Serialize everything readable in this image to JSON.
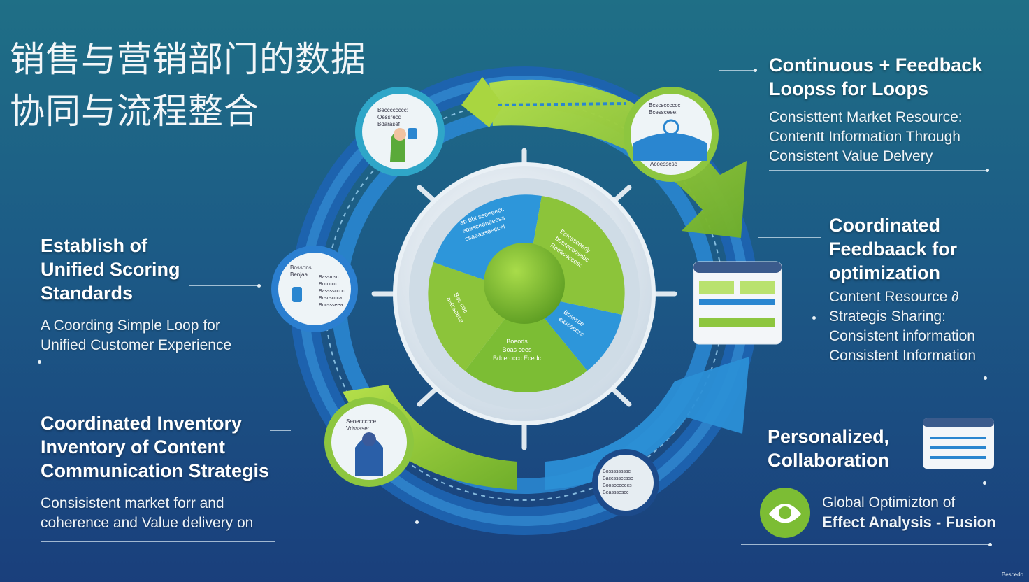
{
  "title": {
    "line1": "销售与营销部门的数据",
    "line2": "协同与流程整合"
  },
  "blocks": {
    "continuous": {
      "heading": [
        "Continuous + Feedback",
        "Loopss for Loops"
      ],
      "body": [
        "Consisttent Market Resource:",
        "Contentt Information Through",
        "Consistent  Value Delvery"
      ]
    },
    "coordinated_feedback": {
      "heading": [
        "Coordinated",
        "Feedbaack   for",
        " optimization"
      ],
      "body": [
        "Content Resource  ∂",
        "Strategis  Sharing:",
        "Consistent information",
        "Consistent Information"
      ]
    },
    "personalized": {
      "heading": [
        "Personalized,",
        "Collaboration"
      ]
    },
    "global": {
      "body": [
        "Global Optimizton of",
        "Effect Analysis - Fusion"
      ]
    },
    "establish": {
      "heading": [
        "Establish  of",
        "Unified Scoring",
        "Standards"
      ],
      "body": [
        "A Coording Simple Loop for",
        " Unified Customer Experience"
      ]
    },
    "inventory": {
      "heading": [
        "Coordinated Inventory",
        "Inventory of Content",
        "Communication Strategis"
      ],
      "body": [
        "Consisistent market forr and",
        "coherence and Value delivery on"
      ]
    }
  },
  "circles": {
    "top_left": [
      "Becccccccc:",
      "Oessrecd",
      "Bdarasef"
    ],
    "left": [
      "Bossons",
      "Benjaa"
    ],
    "left_right": [
      "Bassrcsc",
      "Bcccccc",
      "Basssscccc",
      "Bcscsccca",
      "Bocssseea"
    ],
    "top_right": [
      "Bcscscccccc",
      "Bcessceee:"
    ],
    "top_right_bottom": "Acoessesc",
    "bottom_left": [
      "Seoeccccce",
      "Vdssaser"
    ],
    "bottom_mid": [
      "Bossssssssc",
      "Baccsssccssc",
      "Boosocceecs",
      "Beasssescc"
    ]
  },
  "wheel": {
    "blue_top": [
      "ab bbt seeeeecc",
      "edesceeneeess",
      "ssaeaaseeccel"
    ],
    "green_right": [
      "Bcrcssceedy",
      "bessecocsebc",
      "Reeaceccesc"
    ],
    "blue_right": [
      "Bcsssce",
      "eascsecsc"
    ],
    "green_bottom": [
      "Boeods",
      "Boas cees",
      "Bdcercccc Ecedc"
    ],
    "green_left": [
      "Bsc coc",
      "aetcseece"
    ]
  },
  "footer_badge": "Bescedo",
  "colors": {
    "green": "#8dc63f",
    "blue": "#2a8fd4",
    "dark_blue": "#1b5fa5",
    "light": "#eef3f6"
  }
}
